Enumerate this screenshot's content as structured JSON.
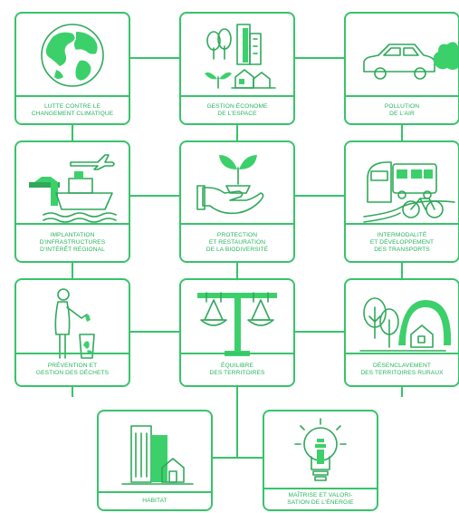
{
  "colors": {
    "accent": "#38c36a",
    "text": "#27b45c",
    "fill": "#3cd06b"
  },
  "cards": [
    {
      "label": "LUTTE CONTRE LE\nCHANGEMENT CLIMATIQUE",
      "icon": "globe-icon"
    },
    {
      "label": "GESTION ÉCONOME\nDE L'ESPACE",
      "icon": "trees-and-buildings-icon"
    },
    {
      "label": "POLLUTION\nDE L'AIR",
      "icon": "car-exhaust-icon"
    },
    {
      "label": "IMPLANTATION\nD'INFRASTRUCTURES\nD'INTÉRÊT RÉGIONAL",
      "icon": "plane-ship-road-icon"
    },
    {
      "label": "PROTECTION\nET RESTAURATION\nDE LA BIODIVERSITÉ",
      "icon": "hand-seedling-icon"
    },
    {
      "label": "INTERMODALITÉ\nET DÉVELOPPEMENT\nDES TRANSPORTS",
      "icon": "train-bus-bike-icon"
    },
    {
      "label": "PRÉVENTION ET\nGESTION DES DÉCHETS",
      "icon": "person-recycling-icon"
    },
    {
      "label": "ÉQUILIBRE\nDES TERRITOIRES",
      "icon": "balance-scale-icon"
    },
    {
      "label": "DÉSENCLAVEMENT\nDES TERRITOIRES RURAUX",
      "icon": "rural-house-trees-icon"
    },
    {
      "label": "HABITAT",
      "icon": "buildings-house-icon"
    },
    {
      "label": "MAÎTRISE ET VALORI-\nSATION DE L'ÉNERGIE",
      "icon": "lightbulb-icon"
    }
  ]
}
